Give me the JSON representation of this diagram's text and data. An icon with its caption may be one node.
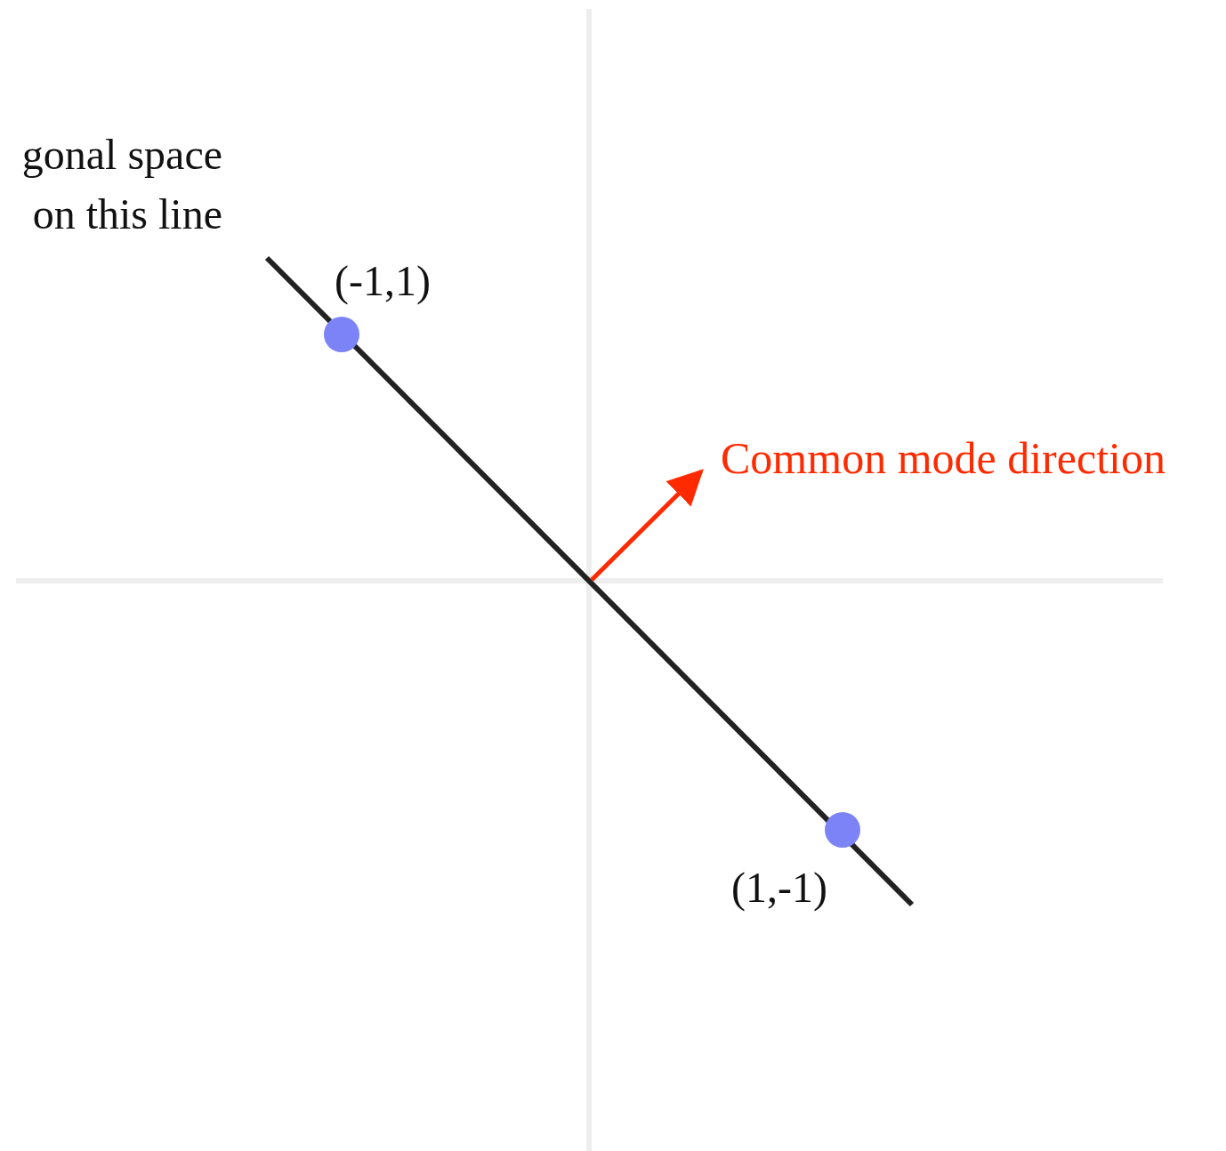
{
  "diagram": {
    "labels": [
      "gonal space on this line",
      "(-1,1)",
      "(1,-1)",
      "Common mode direction"
    ]
  }
}
